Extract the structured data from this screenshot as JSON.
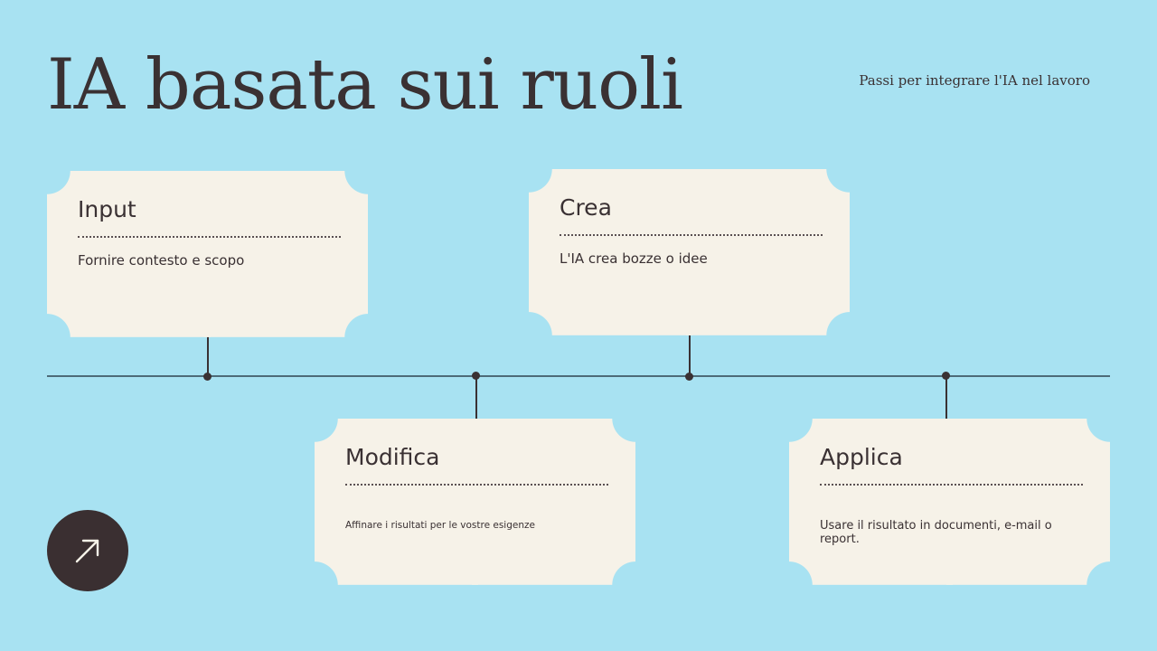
{
  "header": {
    "title": "IA basata sui ruoli",
    "subtitle": "Passi per integrare l'IA nel lavoro"
  },
  "steps": [
    {
      "title": "Input",
      "text": "Fornire contesto e scopo",
      "position": "above"
    },
    {
      "title": "Modifica",
      "text": "Affinare i risultati per le vostre esigenze",
      "position": "below"
    },
    {
      "title": "Crea",
      "text": "L'IA crea bozze o idee",
      "position": "above"
    },
    {
      "title": "Applica",
      "text": "Usare il risultato in documenti, e-mail o report.",
      "position": "below"
    }
  ],
  "colors": {
    "background": "#a8e2f2",
    "card": "#f6f2e8",
    "text": "#3a3133",
    "line": "#4d6b78",
    "button": "#3a2f31"
  },
  "icons": {
    "button": "arrow-up-right-icon"
  }
}
